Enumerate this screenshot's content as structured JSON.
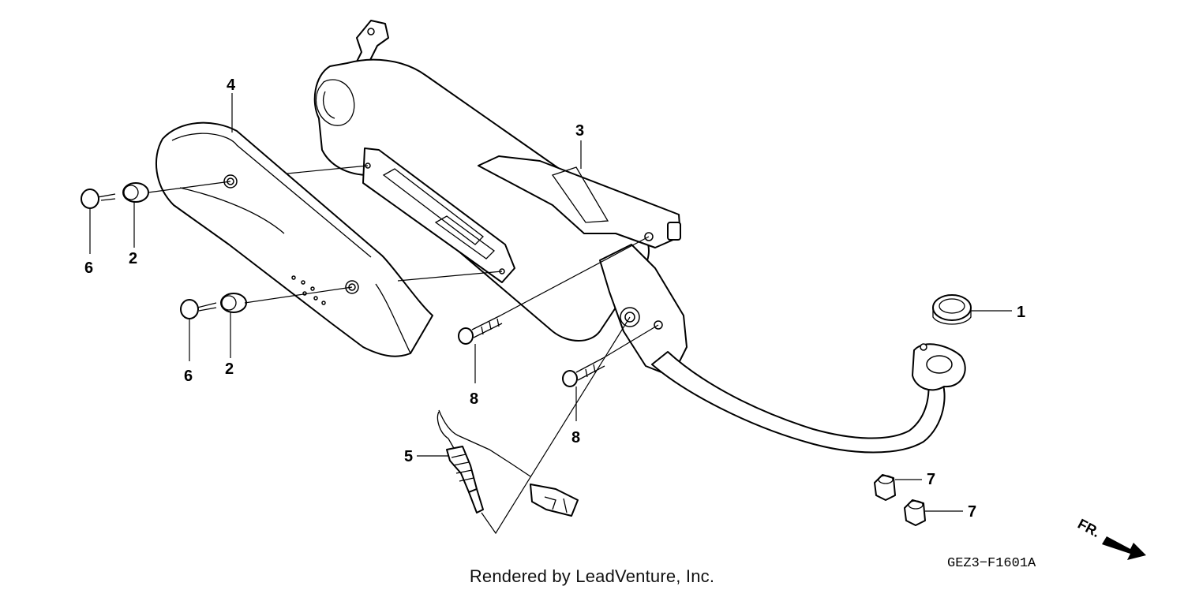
{
  "callouts": [
    "1",
    "2",
    "2",
    "3",
    "4",
    "5",
    "6",
    "6",
    "7",
    "7",
    "8",
    "8"
  ],
  "diagram_code": "GEZ3−F1601A",
  "direction_label": "FR.",
  "credit": "Rendered by LeadVenture, Inc."
}
